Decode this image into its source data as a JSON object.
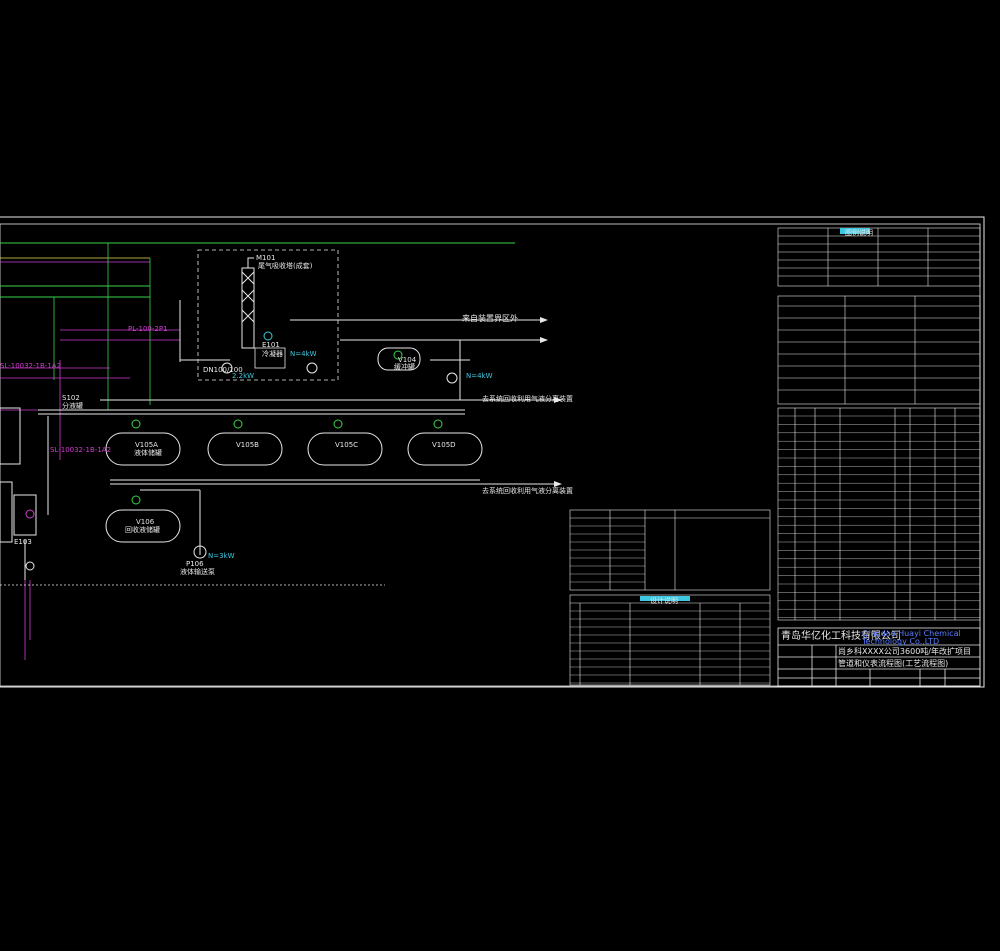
{
  "drawing": {
    "labels": {
      "water_from_boundary": "来自装置界区外",
      "vessel_v105a": "V105A",
      "vessel_v105b": "V105B",
      "vessel_v105c": "V105C",
      "vessel_v105d": "V105D",
      "vessel_v106": "V106",
      "tank_label": "液体储罐",
      "tank_label_v106": "回收液储罐",
      "pump_p106": "P106",
      "pump_label": "液体输送泵",
      "power_3kw": "N=3kW",
      "power_4kw": "N=4kW",
      "power_4kw_b": "N=4kW",
      "power_22kw": "2.2kW",
      "to_system_1": "去系统回收利用气液分离装置",
      "to_system_2": "去系统回收利用气液分离装置",
      "unit_m101": "M101",
      "unit_m101_desc": "尾气吸收塔(成套)",
      "line_dn80": "PL-100-2P1",
      "receiver_v104": "V104",
      "receiver_label": "缓冲罐",
      "e101": "E101",
      "e101_desc": "冷凝器",
      "s102": "S102",
      "s102_desc": "分液罐",
      "e103": "E103",
      "dn_label": "DN100/100",
      "left_line": "SL-10032-1B-1A2",
      "left_line_2": "SL-10032-1B-1A2"
    },
    "company_cn": "青岛华亿化工科技有限公司",
    "company_en": "Qingdao Huayi Chemical Technology Co.,LTD",
    "project_title": "尚乡科XXXX公司3600吨/年改扩项目",
    "drawing_title": "管道和仪表流程图(工艺流程图)",
    "legend_title": "图例说明",
    "legend_title_2": "设计说明"
  }
}
